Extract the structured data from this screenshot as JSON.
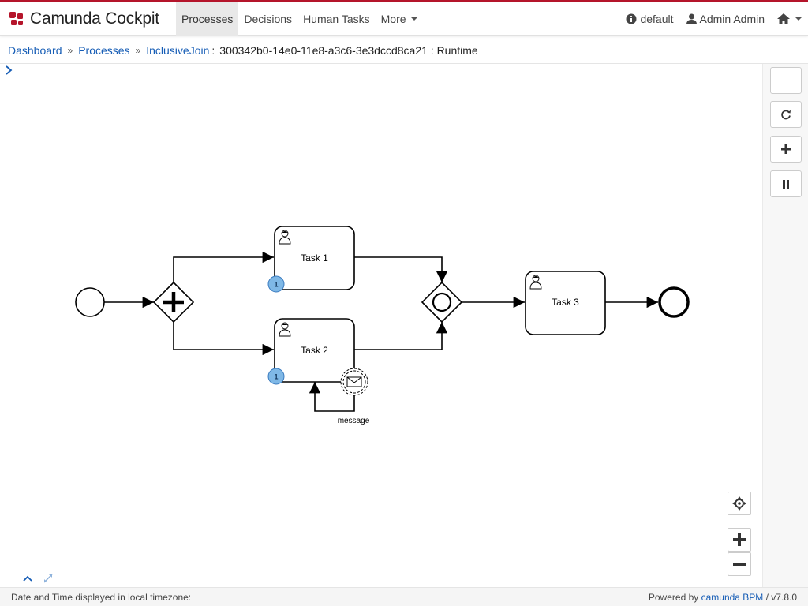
{
  "navbar": {
    "brand": "Camunda Cockpit",
    "items": [
      {
        "label": "Processes"
      },
      {
        "label": "Decisions"
      },
      {
        "label": "Human Tasks"
      },
      {
        "label": "More"
      }
    ],
    "engine": "default",
    "user": "Admin Admin",
    "accent_color": "#b5152b"
  },
  "breadcrumb": {
    "dashboard": "Dashboard",
    "processes": "Processes",
    "definition": "InclusiveJoin",
    "instance": "300342b0-14e0-11e8-a3c6-3e3dccd8ca21 : Runtime",
    "separator": "»",
    "colon": ":"
  },
  "diagram": {
    "task1": "Task 1",
    "task2": "Task 2",
    "task3": "Task 3",
    "task1_badge": "1",
    "task2_badge": "1",
    "message_label": "message"
  },
  "footer": {
    "left": "Date and Time displayed in local timezone:",
    "powered_by": "Powered by",
    "product": "camunda BPM",
    "version": "/ v7.8.0"
  }
}
